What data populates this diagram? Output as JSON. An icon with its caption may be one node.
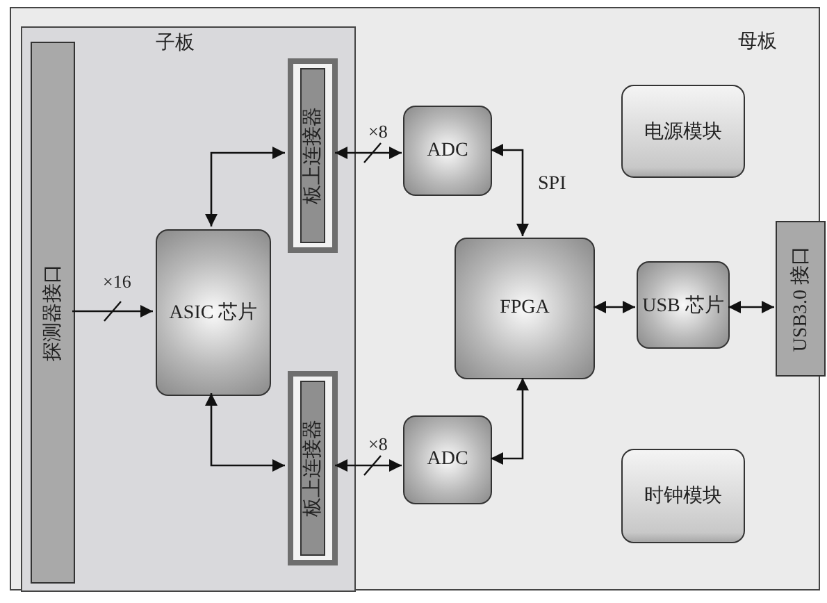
{
  "diagram": {
    "nodes": [
      {
        "text": [
          "母板"
        ]
      },
      {
        "text": [
          "子板"
        ],
        "in": 0
      },
      {
        "text": [
          "探测器接口"
        ],
        "in": 1
      },
      {
        "text": [
          "板上连接器"
        ],
        "in": 1
      },
      {
        "text": [
          "ASIC 芯片"
        ],
        "in": 1
      },
      {
        "text": [
          "板上连接器"
        ],
        "in": 1
      },
      {
        "text": [
          "ADC"
        ],
        "in": 0
      },
      {
        "text": [
          "电源模块"
        ],
        "in": 0
      },
      {
        "text": [
          "FPGA"
        ],
        "in": 0
      },
      {
        "text": [
          "USB 芯片"
        ],
        "in": 0
      },
      {
        "text": [
          "USB3.0 接口"
        ],
        "in": 0
      },
      {
        "text": [
          "ADC"
        ],
        "in": 0
      },
      {
        "text": [
          "时钟模块"
        ],
        "in": 0
      }
    ],
    "edges": [
      {
        "from": 2,
        "to": 4,
        "arrow": "to",
        "label": "×16"
      },
      {
        "from": 4,
        "to": 3,
        "arrow": "both"
      },
      {
        "from": 4,
        "to": 5,
        "arrow": "both"
      },
      {
        "from": 3,
        "to": 6,
        "arrow": "both",
        "label": "×8"
      },
      {
        "from": 5,
        "to": 11,
        "arrow": "both",
        "label": "×8"
      },
      {
        "from": 6,
        "to": 8,
        "arrow": "both",
        "label": "SPI"
      },
      {
        "from": 11,
        "to": 8,
        "arrow": "both"
      },
      {
        "from": 8,
        "to": 9,
        "arrow": "both"
      },
      {
        "from": 9,
        "to": 10,
        "arrow": "both"
      }
    ]
  }
}
